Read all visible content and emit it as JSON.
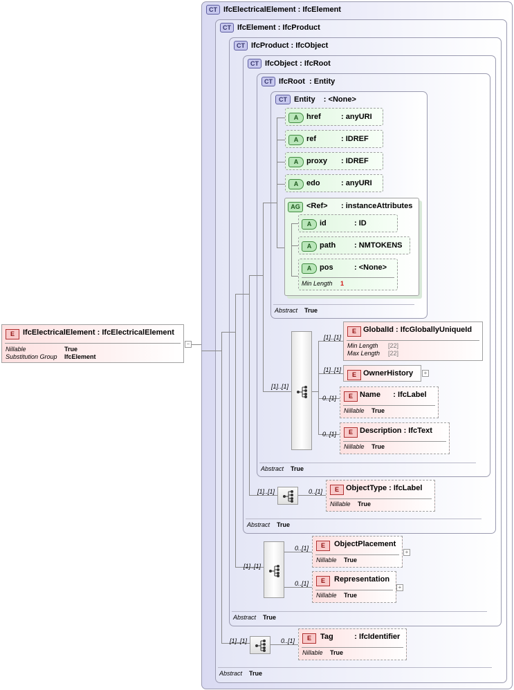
{
  "root_element": {
    "badge": "E",
    "name": "IfcElectricalElement",
    "type": "IfcElectricalElement",
    "props": [
      {
        "k": "Nillable",
        "v": "True"
      },
      {
        "k": "Substitution Group",
        "v": "IfcElement"
      }
    ]
  },
  "ct_badge": "CT",
  "types": {
    "t1": {
      "name": "IfcElectricalElement",
      "base": "IfcElement"
    },
    "t2": {
      "name": "IfcElement",
      "base": "IfcProduct"
    },
    "t3": {
      "name": "IfcProduct",
      "base": "IfcObject"
    },
    "t4": {
      "name": "IfcObject",
      "base": "IfcRoot"
    },
    "t5": {
      "name": "IfcRoot",
      "base": "Entity"
    },
    "t6": {
      "name": "Entity",
      "base": "<None>"
    }
  },
  "attrs": [
    {
      "badge": "A",
      "name": "href",
      "type": "anyURI"
    },
    {
      "badge": "A",
      "name": "ref",
      "type": "IDREF"
    },
    {
      "badge": "A",
      "name": "proxy",
      "type": "IDREF"
    },
    {
      "badge": "A",
      "name": "edo",
      "type": "anyURI"
    }
  ],
  "attr_group": {
    "badge": "AG",
    "name": "<Ref>",
    "type": "instanceAttributes",
    "attrs": [
      {
        "badge": "A",
        "name": "id",
        "type": "ID"
      },
      {
        "badge": "A",
        "name": "path",
        "type": "NMTOKENS"
      },
      {
        "badge": "A",
        "name": "pos",
        "type": "<None>",
        "facet_k": "Min Length",
        "facet_v": "1"
      }
    ]
  },
  "abstract": {
    "k": "Abstract",
    "v": "True"
  },
  "ifcroot_elems": {
    "globalid": {
      "badge": "E",
      "name": "GlobalId",
      "type": "IfcGloballyUniqueId",
      "minlen_k": "Min Length",
      "minlen_v": "[22]",
      "maxlen_k": "Max Length",
      "maxlen_v": "[22]",
      "card": "[1]..[1]"
    },
    "ownerhistory": {
      "badge": "E",
      "name": "OwnerHistory",
      "card": "[1]..[1]"
    },
    "name": {
      "badge": "E",
      "name": "Name",
      "type": "IfcLabel",
      "nill_k": "Nillable",
      "nill_v": "True",
      "card": "0..[1]"
    },
    "description": {
      "badge": "E",
      "name": "Description",
      "type": "IfcText",
      "nill_k": "Nillable",
      "nill_v": "True",
      "card": "0..[1]"
    },
    "seq_card": "[1]..[1]"
  },
  "ifcobject_elems": {
    "objecttype": {
      "badge": "E",
      "name": "ObjectType",
      "type": "IfcLabel",
      "nill_k": "Nillable",
      "nill_v": "True",
      "card": "0..[1]"
    },
    "seq_card": "[1]..[1]"
  },
  "ifcproduct_elems": {
    "placement": {
      "badge": "E",
      "name": "ObjectPlacement",
      "nill_k": "Nillable",
      "nill_v": "True",
      "card": "0..[1]"
    },
    "representation": {
      "badge": "E",
      "name": "Representation",
      "nill_k": "Nillable",
      "nill_v": "True",
      "card": "0..[1]"
    },
    "seq_card": "[1]..[1]"
  },
  "ifcelement_elems": {
    "tag": {
      "badge": "E",
      "name": "Tag",
      "type": "IfcIdentifier",
      "nill_k": "Nillable",
      "nill_v": "True",
      "card": "0..[1]"
    },
    "seq_card": "[1]..[1]"
  },
  "colors": {
    "ct_fill": "#d9daf2",
    "attr_fill": "#dff6df",
    "elem_fill": "#fde0e0",
    "badge_border": "#b03030"
  }
}
